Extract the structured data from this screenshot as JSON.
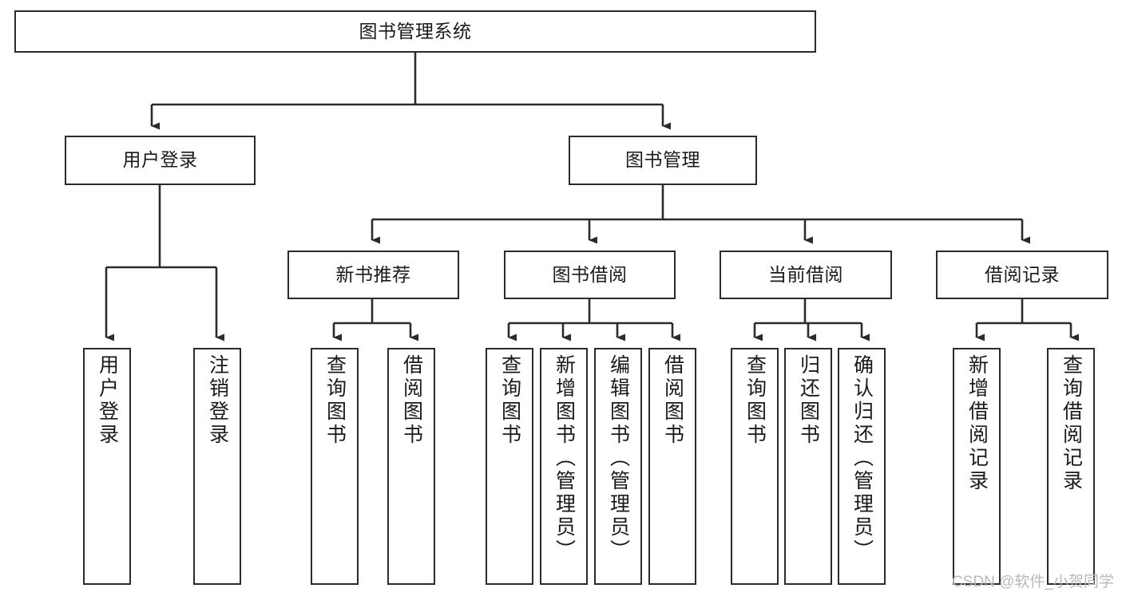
{
  "diagram": {
    "title": "图书管理系统",
    "type": "hierarchy-tree",
    "watermark": "CSDN @软件_小贺同学",
    "colors": {
      "box_border": "#2b2b2b",
      "box_fill": "#ffffff",
      "connector": "#2b2b2b",
      "text": "#1a1a1a",
      "watermark": "#b9b9b9"
    },
    "nodes": {
      "root": {
        "label": "图书管理系统"
      },
      "level2": [
        {
          "id": "user-login",
          "label": "用户登录"
        },
        {
          "id": "book-management",
          "label": "图书管理"
        }
      ],
      "level3": [
        {
          "id": "new-book-recommend",
          "label": "新书推荐"
        },
        {
          "id": "book-borrow",
          "label": "图书借阅"
        },
        {
          "id": "current-borrow",
          "label": "当前借阅"
        },
        {
          "id": "borrow-record",
          "label": "借阅记录"
        }
      ],
      "leaves": {
        "user-login": [
          {
            "id": "leaf-user-login",
            "label": "用户登录"
          },
          {
            "id": "leaf-logout-login",
            "label": "注销登录"
          }
        ],
        "new-book-recommend": [
          {
            "id": "leaf-query-book-1",
            "label": "查询图书"
          },
          {
            "id": "leaf-borrow-book-1",
            "label": "借阅图书"
          }
        ],
        "book-borrow": [
          {
            "id": "leaf-query-book-2",
            "label": "查询图书"
          },
          {
            "id": "leaf-add-book",
            "label": "新增图书（管理员）"
          },
          {
            "id": "leaf-edit-book",
            "label": "编辑图书（管理员）"
          },
          {
            "id": "leaf-borrow-book-2",
            "label": "借阅图书"
          }
        ],
        "current-borrow": [
          {
            "id": "leaf-query-book-3",
            "label": "查询图书"
          },
          {
            "id": "leaf-return-book",
            "label": "归还图书"
          },
          {
            "id": "leaf-confirm-return",
            "label": "确认归还（管理员）"
          }
        ],
        "borrow-record": [
          {
            "id": "leaf-add-record",
            "label": "新增借阅记录"
          },
          {
            "id": "leaf-query-record",
            "label": "查询借阅记录"
          }
        ]
      }
    }
  }
}
